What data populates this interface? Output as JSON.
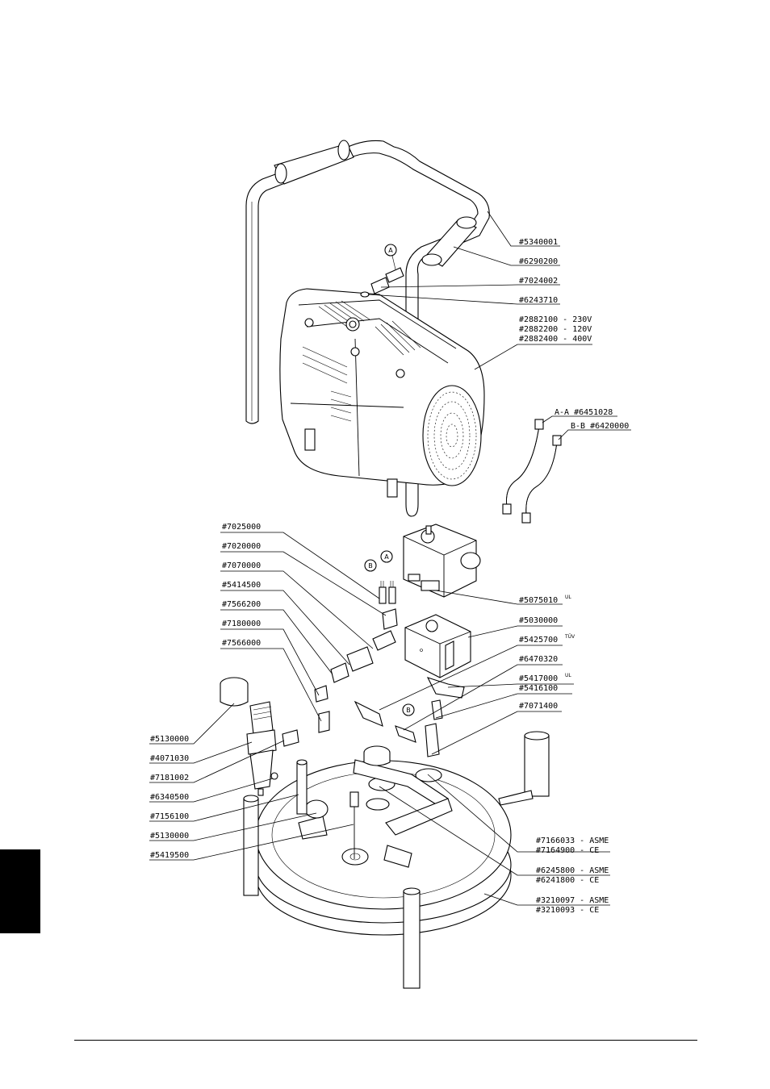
{
  "labels": {
    "5340001": "#5340001",
    "6290200": "#6290200",
    "7024002": "#7024002",
    "6243710": "#6243710",
    "motor_230": "#2882100 - 230V",
    "motor_120": "#2882200 - 120V",
    "motor_400": "#2882400 - 400V",
    "hose_aa": "A-A #6451028",
    "hose_bb": "B-B #6420000",
    "7025000": "#7025000",
    "7020000": "#7020000",
    "7070000": "#7070000",
    "5414500": "#5414500",
    "7566200": "#7566200",
    "7180000": "#7180000",
    "7566000": "#7566000",
    "5075010": "#5075010",
    "5030000": "#5030000",
    "5425700": "#5425700",
    "6470320": "#6470320",
    "5417000": "#5417000",
    "5416100": "#5416100",
    "7071400": "#7071400",
    "5130000a": "#5130000",
    "4071030": "#4071030",
    "7181002": "#7181002",
    "6340500": "#6340500",
    "7156100": "#7156100",
    "5130000b": "#5130000",
    "5419500": "#5419500",
    "7166033": "#7166033 - ASME",
    "7164900": "#7164900 - CE",
    "6245800": "#6245800 - ASME",
    "6241800": "#6241800 - CE",
    "3210097": "#3210097 - ASME",
    "3210093": "#3210093 - CE"
  },
  "superscripts": {
    "5075010": "UL",
    "5425700": "TÜV",
    "5417000": "UL"
  },
  "markers": {
    "a_top": "A",
    "a_mid": "A",
    "b_mid": "B",
    "b_low": "B"
  }
}
